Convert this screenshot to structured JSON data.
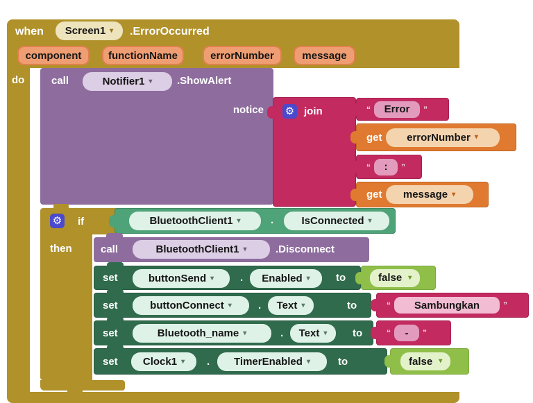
{
  "colors": {
    "mustard": "#B0912A",
    "purple": "#8E6D9E",
    "lavender": "#DCCEE5",
    "magenta": "#C22A60",
    "pink": "#E29BBD",
    "pink_light": "#F2BCD2",
    "orange": "#DF7A30",
    "peach": "#F4D4AF",
    "dark_green": "#2F6B4C",
    "mint_light": "#DFF2E7",
    "mid_green": "#4EA378",
    "light_green": "#8FBF49",
    "pale_green": "#E4F2CB",
    "param_fill": "#EE9E72",
    "param_border": "#E08050",
    "beige": "#EDE3BC",
    "gear_bg": "#4B49CC"
  },
  "icons": {
    "gear": "⚙",
    "dropdown_arrow": "▾",
    "open_quote": "“",
    "close_quote": "”"
  },
  "when_block": {
    "keyword": "when",
    "component": "Screen1",
    "event": ".ErrorOccurred",
    "do_label": "do",
    "params": [
      "component",
      "functionName",
      "errorNumber",
      "message"
    ]
  },
  "notifier_call": {
    "keyword": "call",
    "component": "Notifier1",
    "method": ".ShowAlert",
    "arg_label": "notice"
  },
  "join_block": {
    "label": "join"
  },
  "join_args": [
    {
      "type": "text",
      "value": "Error"
    },
    {
      "type": "get",
      "keyword": "get",
      "variable": "errorNumber"
    },
    {
      "type": "text",
      "value": ":"
    },
    {
      "type": "get",
      "keyword": "get",
      "variable": "message"
    }
  ],
  "if_block": {
    "if_label": "if",
    "then_label": "then"
  },
  "condition": {
    "component": "BluetoothClient1",
    "separator": ".",
    "property": "IsConnected"
  },
  "disconnect_call": {
    "keyword": "call",
    "component": "BluetoothClient1",
    "method": ".Disconnect"
  },
  "set_rows": [
    {
      "keyword": "set",
      "component": "buttonSend",
      "separator": ".",
      "property": "Enabled",
      "to_label": "to",
      "value_kind": "logic",
      "value": "false"
    },
    {
      "keyword": "set",
      "component": "buttonConnect",
      "separator": ".",
      "property": "Text",
      "to_label": "to",
      "value_kind": "text",
      "value": "Sambungkan"
    },
    {
      "keyword": "set",
      "component": "Bluetooth_name",
      "separator": ".",
      "property": "Text",
      "to_label": "to",
      "value_kind": "text",
      "value": "-"
    },
    {
      "keyword": "set",
      "component": "Clock1",
      "separator": ".",
      "property": "TimerEnabled",
      "to_label": "to",
      "value_kind": "logic",
      "value": "false"
    }
  ]
}
